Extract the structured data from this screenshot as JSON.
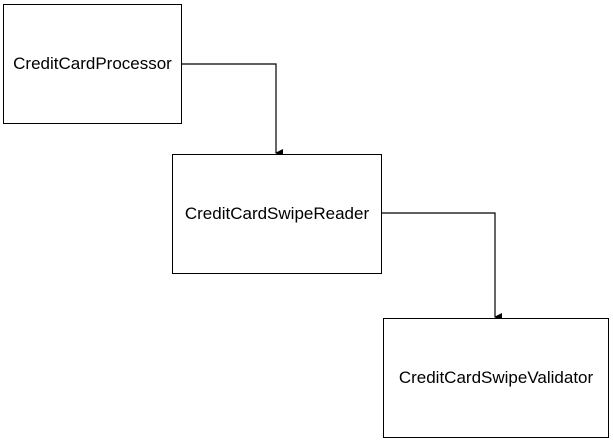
{
  "diagram": {
    "nodes": [
      {
        "id": "processor",
        "label": "CreditCardProcessor"
      },
      {
        "id": "reader",
        "label": "CreditCardSwipeReader"
      },
      {
        "id": "validator",
        "label": "CreditCardSwipeValidator"
      }
    ],
    "edges": [
      {
        "from": "processor",
        "to": "reader"
      },
      {
        "from": "reader",
        "to": "validator"
      }
    ],
    "colors": {
      "stroke": "#000000",
      "fill": "#ffffff",
      "text": "#000000"
    }
  }
}
